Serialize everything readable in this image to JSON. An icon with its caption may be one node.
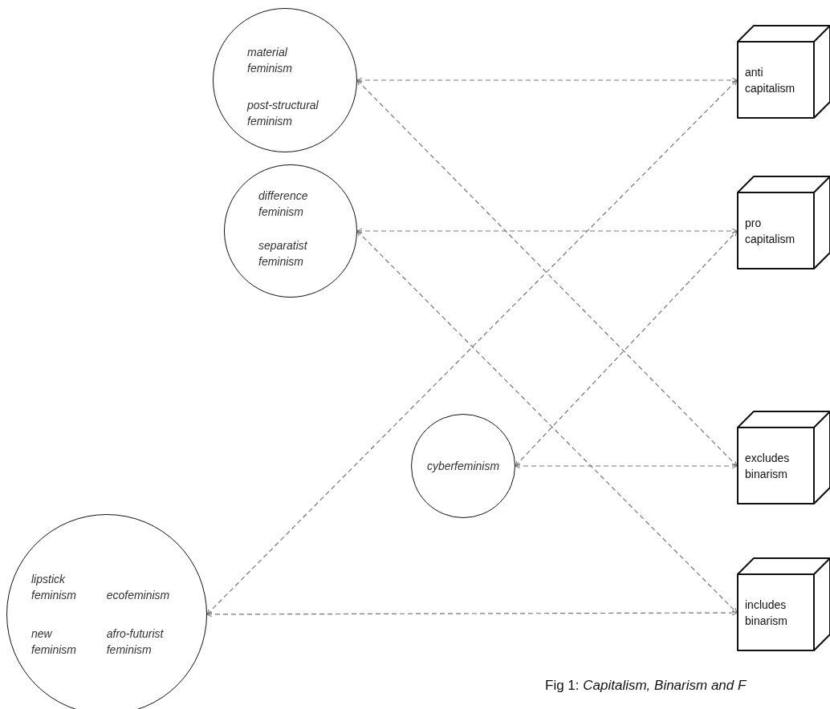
{
  "diagram": {
    "caption": "Fig 1: *Capitalism, Binarism and F*",
    "nodes": [
      {
        "text": [
          "material feminism",
          "post-structural feminism"
        ]
      },
      {
        "text": [
          "anti capitalism"
        ]
      },
      {
        "text": [
          "difference feminism",
          "separatist feminism"
        ]
      },
      {
        "text": [
          "pro capitalism"
        ]
      },
      {
        "text": [
          "cyberfeminism"
        ]
      },
      {
        "text": [
          "excludes binarism"
        ]
      },
      {
        "text": [
          "lipstick feminism",
          "ecofeminism",
          "new feminism",
          "afro-futurist feminism"
        ]
      },
      {
        "text": [
          "includes binarism"
        ]
      }
    ],
    "edges": [
      {
        "from": 0,
        "to": 1,
        "arrow": "both",
        "style": "dashed"
      },
      {
        "from": 0,
        "to": 5,
        "arrow": "both",
        "style": "dashed"
      },
      {
        "from": 2,
        "to": 3,
        "arrow": "both",
        "style": "dashed"
      },
      {
        "from": 2,
        "to": 7,
        "arrow": "both",
        "style": "dashed"
      },
      {
        "from": 4,
        "to": 5,
        "arrow": "both",
        "style": "dashed"
      },
      {
        "from": 4,
        "to": 3,
        "arrow": "both",
        "style": "dashed"
      },
      {
        "from": 6,
        "to": 7,
        "arrow": "both",
        "style": "dashed"
      },
      {
        "from": 6,
        "to": 1,
        "arrow": "both",
        "style": "dashed"
      }
    ]
  }
}
